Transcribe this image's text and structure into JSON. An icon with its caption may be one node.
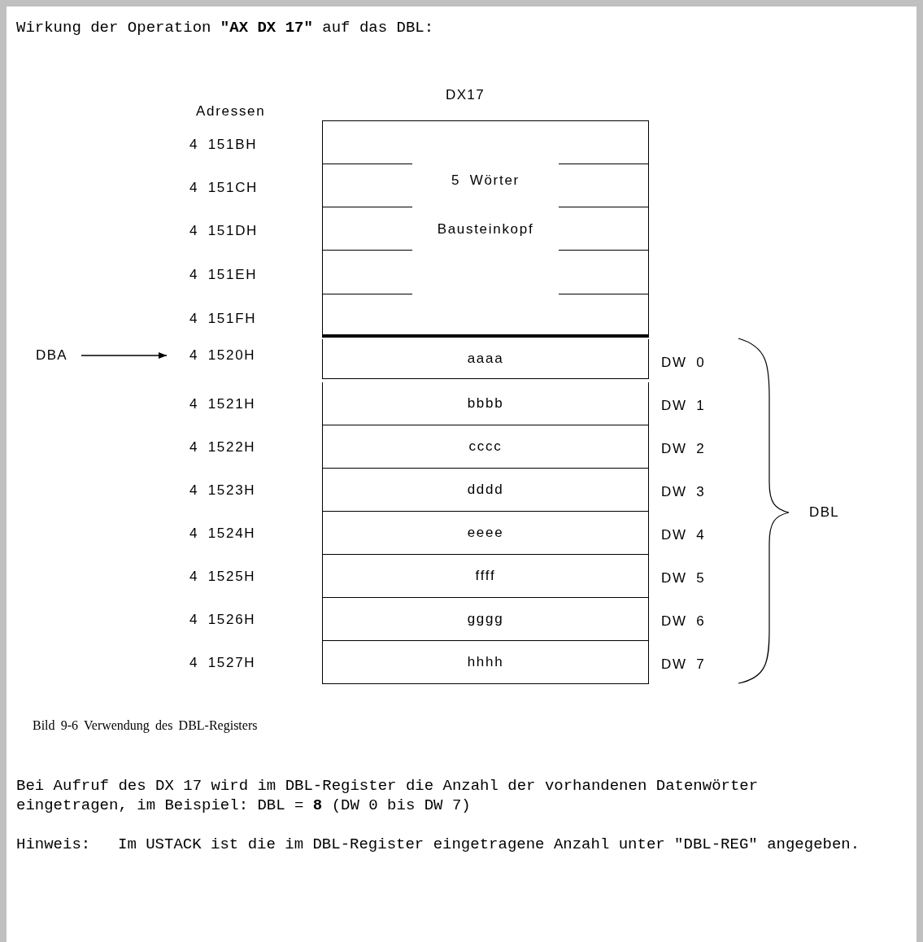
{
  "diagram": {
    "title": "Wirkung der Operation **\"AX DX 17\"** auf das DBL:",
    "caption": "Bild 9-6 Verwendung des DBL-Registers",
    "nodes": [
      {
        "text": [
          "DBA"
        ]
      },
      {
        "text": [
          "4 1520H"
        ]
      },
      {
        "text": [
          "5 Wörter",
          "Bausteinkopf"
        ]
      },
      {
        "text": [
          "aaaa"
        ],
        "beside": [
          "DW 0"
        ]
      },
      {
        "text": [
          "bbbb"
        ],
        "beside": [
          "DW 1"
        ]
      },
      {
        "text": [
          "cccc"
        ],
        "beside": [
          "DW 2"
        ]
      },
      {
        "text": [
          "dddd"
        ],
        "beside": [
          "DW 3"
        ]
      },
      {
        "text": [
          "eeee"
        ],
        "beside": [
          "DW 4"
        ]
      },
      {
        "text": [
          "ffff"
        ],
        "beside": [
          "DW 5"
        ]
      },
      {
        "text": [
          "gggg"
        ],
        "beside": [
          "DW 6"
        ]
      },
      {
        "text": [
          "hhhh"
        ],
        "beside": [
          "DW 7"
        ]
      }
    ],
    "edges": [
      {
        "from": 0,
        "to": 1,
        "arrow": "to"
      }
    ],
    "labels": [
      "DX17",
      "Adressen",
      "4 151BH",
      "4 151CH",
      "4 151DH",
      "4 151EH",
      "4 151FH",
      "4 1521H",
      "4 1522H",
      "4 1523H",
      "4 1524H",
      "4 1525H",
      "4 1526H",
      "4 1527H",
      "DBL",
      "Bei Aufruf des DX 17 wird im DBL-Register die Anzahl der vorhandenen Datenwörter eingetragen, im Beispiel: DBL = **8** (DW 0 bis DW 7)",
      "Hinweis:",
      "Im USTACK ist die im DBL-Register eingetragene Anzahl unter \"DBL-REG\" angegeben."
    ]
  }
}
